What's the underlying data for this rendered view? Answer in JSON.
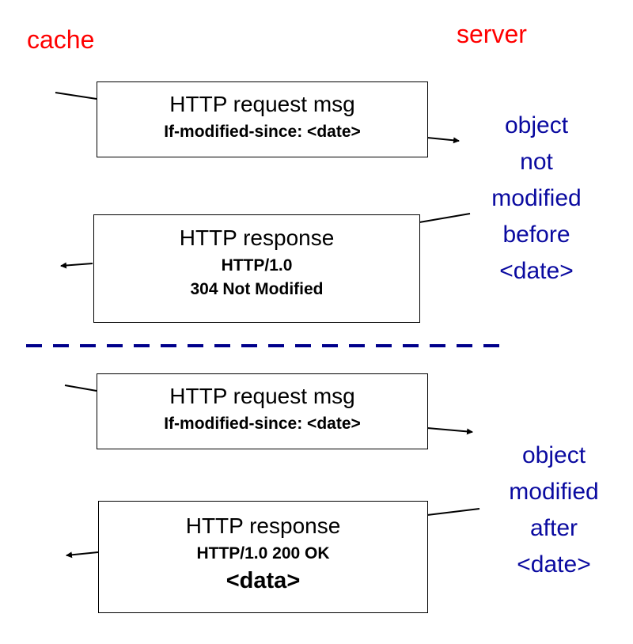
{
  "labels": {
    "cache": "cache",
    "server": "server"
  },
  "exchange_not_modified": {
    "request": {
      "title": "HTTP request msg",
      "header": "If-modified-since: <date>"
    },
    "response": {
      "title": "HTTP response",
      "status_line1": "HTTP/1.0",
      "status_line2": "304 Not Modified"
    },
    "note": [
      "object",
      "not",
      "modified",
      "before",
      "<date>"
    ]
  },
  "exchange_modified": {
    "request": {
      "title": "HTTP request msg",
      "header": "If-modified-since: <date>"
    },
    "response": {
      "title": "HTTP response",
      "status_line": "HTTP/1.0 200 OK",
      "body": "<data>"
    },
    "note": [
      "object",
      "modified",
      "after",
      "<date>"
    ]
  },
  "colors": {
    "label": "#ff0000",
    "note": "#0a0aa0",
    "separator": "#00008b",
    "line": "#000000"
  }
}
